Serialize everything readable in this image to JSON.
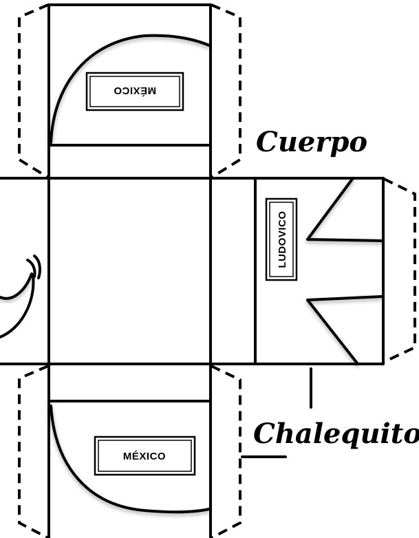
{
  "labels": {
    "body": "Cuerpo",
    "vest": "Chalequito"
  },
  "badges": {
    "top_flap": "MÉXICO",
    "bottom_flap": "MÉXICO",
    "vest_side": "LUDOVICO"
  },
  "colors": {
    "ink": "#000000",
    "paper": "#ffffff"
  }
}
